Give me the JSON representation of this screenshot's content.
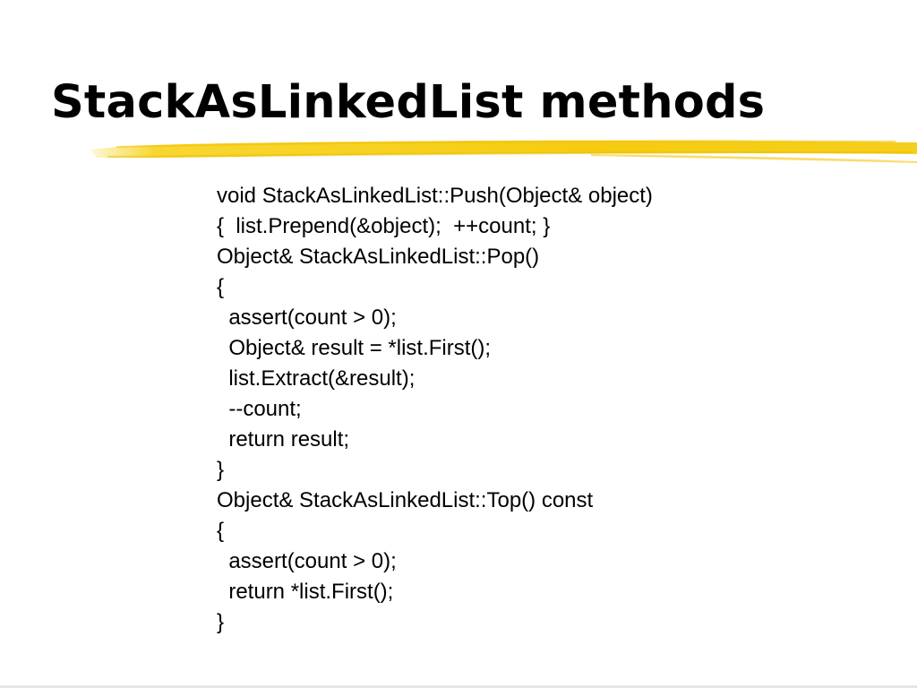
{
  "slide": {
    "title": "StackAsLinkedList methods",
    "accent_color": "#f7d21a",
    "code_lines": [
      "void StackAsLinkedList::Push(Object& object)",
      "{  list.Prepend(&object);  ++count; }",
      "Object& StackAsLinkedList::Pop()",
      "{",
      "  assert(count > 0);",
      "  Object& result = *list.First();",
      "  list.Extract(&result);",
      "  --count;",
      "  return result;",
      "}",
      "Object& StackAsLinkedList::Top() const",
      "{",
      "  assert(count > 0);",
      "  return *list.First();",
      "}"
    ]
  }
}
